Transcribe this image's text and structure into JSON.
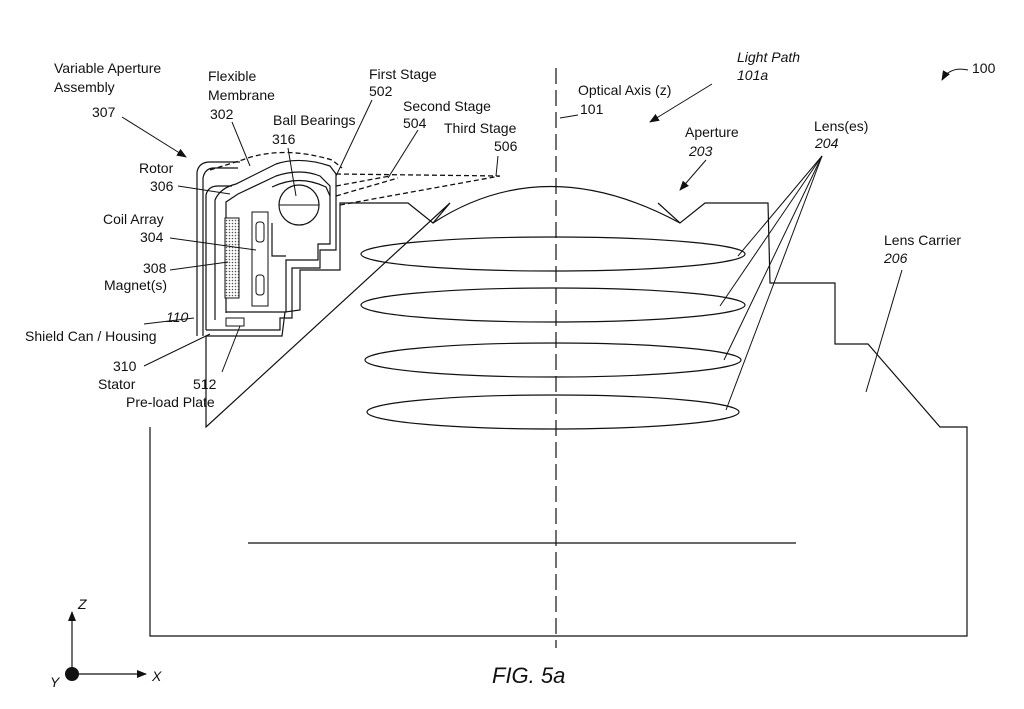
{
  "figure": {
    "caption": "FIG. 5a",
    "ref_main": "100"
  },
  "labels": {
    "variable_aperture_assembly_line1": "Variable Aperture",
    "variable_aperture_assembly_line2": "Assembly",
    "variable_aperture_assembly_ref": "307",
    "flexible_membrane_line1": "Flexible",
    "flexible_membrane_line2": "Membrane",
    "flexible_membrane_ref": "302",
    "ball_bearings": "Ball Bearings",
    "ball_bearings_ref": "316",
    "first_stage": "First Stage",
    "first_stage_ref": "502",
    "second_stage": "Second Stage",
    "second_stage_ref": "504",
    "third_stage": "Third Stage",
    "third_stage_ref": "506",
    "optical_axis": "Optical Axis (z)",
    "optical_axis_ref": "101",
    "light_path": "Light Path",
    "light_path_ref": "101a",
    "aperture": "Aperture",
    "aperture_ref": "203",
    "lenses": "Lens(es)",
    "lenses_ref": "204",
    "lens_carrier": "Lens Carrier",
    "lens_carrier_ref": "206",
    "rotor": "Rotor",
    "rotor_ref": "306",
    "coil_array": "Coil Array",
    "coil_array_ref": "304",
    "magnet_ref": "308",
    "magnet": "Magnet(s)",
    "shield_ref": "110",
    "shield": "Shield Can / Housing",
    "stator_ref": "310",
    "stator": "Stator",
    "preload_ref": "512",
    "preload": "Pre-load Plate"
  },
  "axes": {
    "z": "Z",
    "x": "X",
    "y": "Y"
  }
}
